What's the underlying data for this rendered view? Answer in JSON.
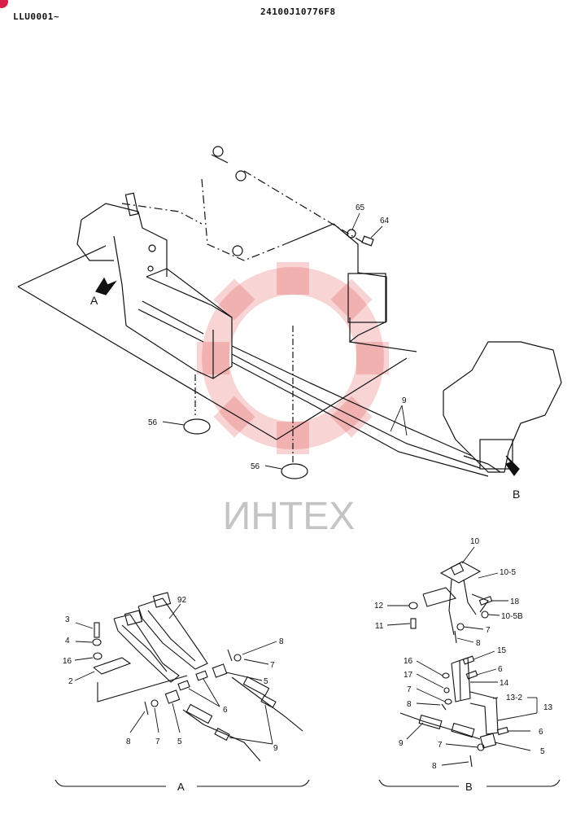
{
  "header": {
    "doc_code": "LLU0001~",
    "part_number": "24100J10776F8"
  },
  "watermark": {
    "text": "ИНТЕХ",
    "color": "#e03a3a"
  },
  "main_view": {
    "view_labels": {
      "a": "A",
      "b": "B"
    },
    "parts": {
      "p65": "65",
      "p64": "64",
      "p9": "9",
      "p56a": "56",
      "p56b": "56"
    }
  },
  "detail_a": {
    "caption": "A",
    "parts": {
      "p92": "92",
      "p3": "3",
      "p4": "4",
      "p16": "16",
      "p2": "2",
      "p8a": "8",
      "p7a": "7",
      "p5a": "5",
      "p6": "6",
      "p8b": "8",
      "p7b": "7",
      "p5b": "5",
      "p9": "9"
    }
  },
  "detail_b": {
    "caption": "B",
    "parts": {
      "p10": "10",
      "p10_5": "10-5",
      "p18": "18",
      "p12": "12",
      "p10_5b": "10-5B",
      "p11": "11",
      "p7a": "7",
      "p8a": "8",
      "p15": "15",
      "p16": "16",
      "p6a": "6",
      "p17": "17",
      "p14": "14",
      "p7b": "7",
      "p13_2": "13-2",
      "p13": "13",
      "p8b": "8",
      "p9": "9",
      "p6b": "6",
      "p7c": "7",
      "p5": "5",
      "p8c": "8"
    }
  }
}
